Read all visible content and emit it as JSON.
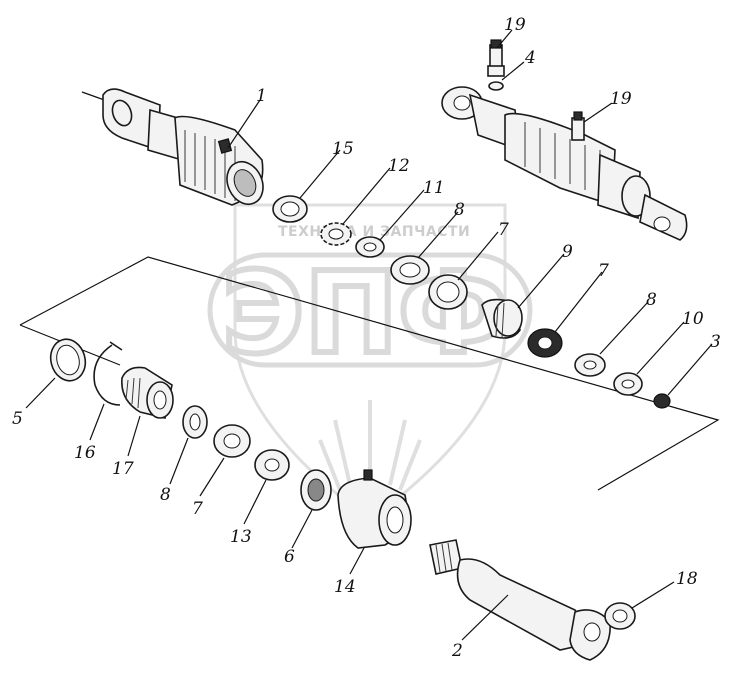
{
  "watermark": {
    "brand_text": "ТЕХНИКА И ЗАПЧАСТИ",
    "logo_letters": "ЭПФ"
  },
  "callouts": [
    {
      "id": "c1",
      "label": "1"
    },
    {
      "id": "c19a",
      "label": "19"
    },
    {
      "id": "c4",
      "label": "4"
    },
    {
      "id": "c19b",
      "label": "19"
    },
    {
      "id": "c15",
      "label": "15"
    },
    {
      "id": "c12",
      "label": "12"
    },
    {
      "id": "c11",
      "label": "11"
    },
    {
      "id": "c8a",
      "label": "8"
    },
    {
      "id": "c7a",
      "label": "7"
    },
    {
      "id": "c9",
      "label": "9"
    },
    {
      "id": "c7b",
      "label": "7"
    },
    {
      "id": "c8b",
      "label": "8"
    },
    {
      "id": "c10",
      "label": "10"
    },
    {
      "id": "c3",
      "label": "3"
    },
    {
      "id": "c5",
      "label": "5"
    },
    {
      "id": "c16",
      "label": "16"
    },
    {
      "id": "c17",
      "label": "17"
    },
    {
      "id": "c8c",
      "label": "8"
    },
    {
      "id": "c7c",
      "label": "7"
    },
    {
      "id": "c13",
      "label": "13"
    },
    {
      "id": "c6",
      "label": "6"
    },
    {
      "id": "c14",
      "label": "14"
    },
    {
      "id": "c2",
      "label": "2"
    },
    {
      "id": "c18",
      "label": "18"
    }
  ]
}
